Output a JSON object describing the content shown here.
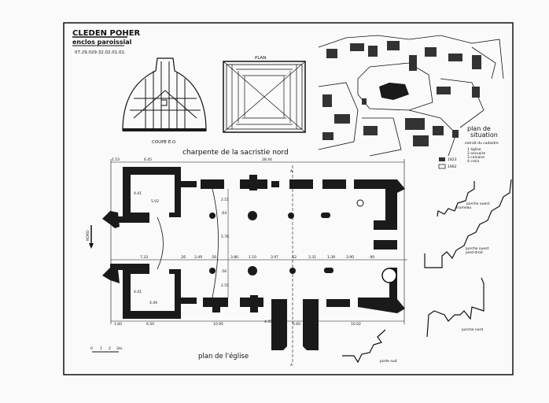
{
  "header": {
    "title": "CLEDEN POHER",
    "subtitle": "enclos paroissial",
    "reference": "07.29.029.32.02.01.02."
  },
  "roof_drawings": {
    "section_label": "COUPE E.O",
    "plan_label": "PLAN",
    "caption": "charpente de la sacristie nord"
  },
  "situation": {
    "title_line1": "plan de",
    "title_line2": "situation",
    "subtitle": "extrait du cadastre",
    "legend": [
      "1 église",
      "2 ossuaire",
      "3 calvaire",
      "4 croix"
    ],
    "years": [
      "1823",
      "1962"
    ]
  },
  "church_plan": {
    "caption": "plan de l'église",
    "north_label": "NORD",
    "section_marker": "A",
    "scale_ticks": [
      "0",
      "1",
      "2",
      "3m."
    ],
    "top_dims": [
      "1.53",
      "6.45",
      "28.44"
    ],
    "mid_dims": [
      "7.33",
      ".26",
      "3.49",
      ".56",
      "3.86",
      "1.10",
      "3.97",
      ".62",
      "3.31",
      "1.39",
      "3.90",
      ".90"
    ],
    "bottom_dims": [
      "1.60",
      "6.50",
      "10.95",
      "4.45",
      "5.60",
      "10.02"
    ],
    "north_sacristy_dims": [
      "4.41",
      "5.02"
    ],
    "south_sacristy_dims": [
      "4.41",
      "4.49"
    ],
    "vertical_dims": [
      "2.51",
      ".64",
      "5.78",
      "2.55",
      ".56"
    ]
  },
  "details": {
    "porch_west_trumeau": [
      "porche ouest",
      "trumeau"
    ],
    "porch_west_pied_droit": [
      "porche ouest",
      "pied-droit"
    ],
    "porch_north": "porche nord",
    "door_south": "porte sud"
  }
}
